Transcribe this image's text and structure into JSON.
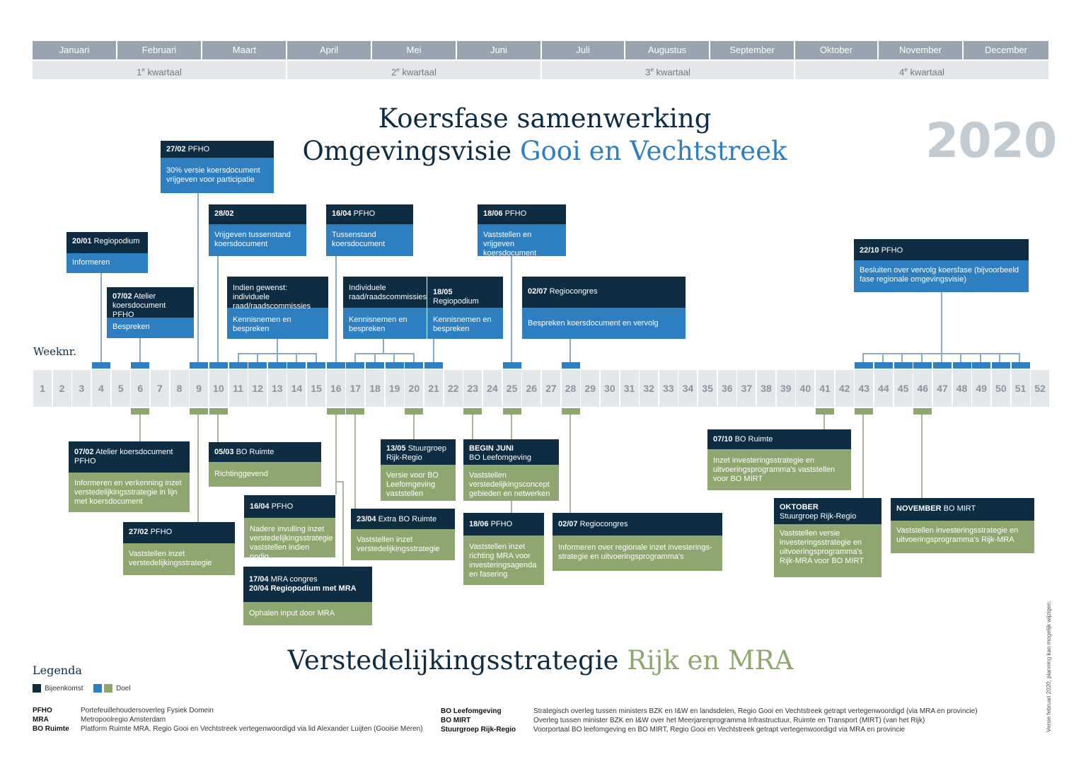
{
  "months": [
    "Januari",
    "Februari",
    "Maart",
    "April",
    "Mei",
    "Juni",
    "Juli",
    "Augustus",
    "September",
    "Oktober",
    "November",
    "December"
  ],
  "quarters": [
    {
      "num": "1",
      "sup": "e",
      "label": " kwartaal"
    },
    {
      "num": "2",
      "sup": "e",
      "label": " kwartaal"
    },
    {
      "num": "3",
      "sup": "e",
      "label": " kwartaal"
    },
    {
      "num": "4",
      "sup": "e",
      "label": " kwartaal"
    }
  ],
  "title": {
    "line1": "Koersfase samenwerking",
    "line2_a": "Omgevingsvisie ",
    "line2_b": "Gooi en Vechtstreek"
  },
  "year": "2020",
  "week_label": "Weeknr.",
  "weeks": [
    "1",
    "2",
    "3",
    "4",
    "5",
    "6",
    "7",
    "8",
    "9",
    "10",
    "11",
    "12",
    "13",
    "14",
    "15",
    "16",
    "17",
    "18",
    "19",
    "20",
    "21",
    "22",
    "23",
    "24",
    "25",
    "26",
    "27",
    "28",
    "29",
    "30",
    "31",
    "32",
    "33",
    "34",
    "35",
    "36",
    "37",
    "38",
    "39",
    "40",
    "41",
    "42",
    "43",
    "44",
    "45",
    "46",
    "47",
    "48",
    "49",
    "50",
    "51",
    "52"
  ],
  "top_events": {
    "e1": {
      "date": "20/01",
      "name": " Regiopodium",
      "goal": "Informeren"
    },
    "e2": {
      "date": "07/02",
      "name": " Atelier koersdocument PFHO",
      "goal": "Bespreken"
    },
    "e3": {
      "date": "27/02",
      "name": " PFHO",
      "goal": "30% versie koersdocument vrijgeven voor participatie"
    },
    "e4": {
      "date": "28/02",
      "name": "",
      "goal": "Vrijgeven tussenstand koersdocument"
    },
    "e5": {
      "date": "",
      "name": "Indien gewenst: individuele raad/raadscommissies",
      "goal": "Kennisnemen en bespreken"
    },
    "e6": {
      "date": "16/04",
      "name": " PFHO",
      "goal": "Tussenstand koersdocument"
    },
    "e7": {
      "date": "",
      "name": "Individuele raad/raadscommissies",
      "goal": "Kennisnemen en bespreken"
    },
    "e8": {
      "date": "18/05",
      "name": " Regiopodium",
      "goal": "Kennisnemen en bespreken"
    },
    "e9": {
      "date": "18/06",
      "name": " PFHO",
      "goal": "Vaststellen en vrijgeven koersdocument"
    },
    "e10": {
      "date": "02/07",
      "name": " Regiocongres",
      "goal": "Bespreken koersdocument en vervolg"
    },
    "e11": {
      "date": "22/10",
      "name": " PFHO",
      "goal": "Besluiten over vervolg koersfase (bijvoorbeeld fase regionale omgevingsvisie)"
    }
  },
  "bottom_events": {
    "g1": {
      "date": "07/02",
      "name": " Atelier koersdocument PFHO",
      "goal": "Informeren en verkenning inzet verstedelijkingsstrategie in lijn met koersdocument"
    },
    "g2": {
      "date": "27/02",
      "name": " PFHO",
      "goal": "Vaststellen inzet verstedelijkingsstrategie"
    },
    "g3": {
      "date": "05/03",
      "name": " BO Ruimte",
      "goal": "Richtinggevend"
    },
    "g4": {
      "date": "16/04",
      "name": " PFHO",
      "goal": "Nadere invulling inzet verstedelijkingsstrategie vaststellen indien nodig"
    },
    "g5": {
      "date": "17/04",
      "name": " MRA congres",
      "date2": "20/04",
      "name2": " Regiopodium met MRA",
      "goal": "Ophalen input door MRA"
    },
    "g6": {
      "date": "23/04",
      "name": " Extra BO Ruimte",
      "goal": "Vaststellen inzet verstedelijkingsstrategie"
    },
    "g7": {
      "date": "13/05",
      "name": " Stuurgroep Rijk-Regio",
      "goal": "Versie voor BO Leefomgeving vaststellen"
    },
    "g8": {
      "date": "BEGIN JUNI",
      "name": "BO Leefomgeving",
      "goal": "Vaststellen verstedelijkingsconcept gebieden en netwerken"
    },
    "g9": {
      "date": "18/06",
      "name": " PFHO",
      "goal": "Vaststellen inzet richting MRA voor investeringsagenda en fasering"
    },
    "g10": {
      "date": "02/07",
      "name": " Regiocongres",
      "goal": "Informeren over regionale inzet investerings-strategie en uitvoeringsprogramma's"
    },
    "g11": {
      "date": "07/10",
      "name": " BO Ruimte",
      "goal": "Inzet investeringsstrategie en uitvoeringsprogramma's vaststellen voor BO MIRT"
    },
    "g12": {
      "date": "OKTOBER",
      "name": "Stuurgroep Rijk-Regio",
      "goal": "Vaststellen versie investeringsstrategie en uitvoeringsprogramma's Rijk-MRA voor BO MIRT"
    },
    "g13": {
      "date": "NOVEMBER",
      "name": " BO MIRT",
      "goal": "Vaststellen investeringsstrategie en uitvoeringsprogramma's Rijk-MRA"
    }
  },
  "subtitle": {
    "a": "Verstedelijkingsstrategie ",
    "b": "Rijk en MRA"
  },
  "legend": {
    "title": "Legenda",
    "meeting": "Bijeenkomst",
    "goal": "Doel"
  },
  "abbreviations_left": [
    {
      "abbr": "PFHO",
      "desc": "Portefeuillehoudersoverleg Fysiek Domein"
    },
    {
      "abbr": "MRA",
      "desc": "Metropoolregio Amsterdam"
    },
    {
      "abbr": "BO Ruimte",
      "desc": "Platform Ruimte MRA, Regio Gooi en Vechtstreek vertegenwoordigd via lid Alexander Luijten (Gooise Meren)"
    }
  ],
  "abbreviations_right": [
    {
      "abbr": "BO Leefomgeving",
      "desc": "Strategisch overleg tussen ministers BZK en I&W en landsdelen, Regio Gooi en Vechtstreek getrapt vertegenwoordigd (via MRA en provincie)"
    },
    {
      "abbr": "BO MIRT",
      "desc": "Overleg tussen minister BZK en I&W over het Meerjarenprogramma Infrastructuur, Ruimte en Transport (MIRT) (van het Rijk)"
    },
    {
      "abbr": "Stuurgroep Rijk-Regio",
      "desc": "Voorportaal BO leefomgeving en BO MIRT, Regio Gooi en Vechtstreek getrapt vertegenwoordigd via MRA en provincie"
    }
  ],
  "version_note": "Versie februari 2020, planning kan mogelijk wijzigen.",
  "colors": {
    "meeting": "#0e2c42",
    "goal_blue": "#2d7fc1",
    "goal_green": "#8ea76e",
    "week_bg": "#e4e7ea"
  }
}
